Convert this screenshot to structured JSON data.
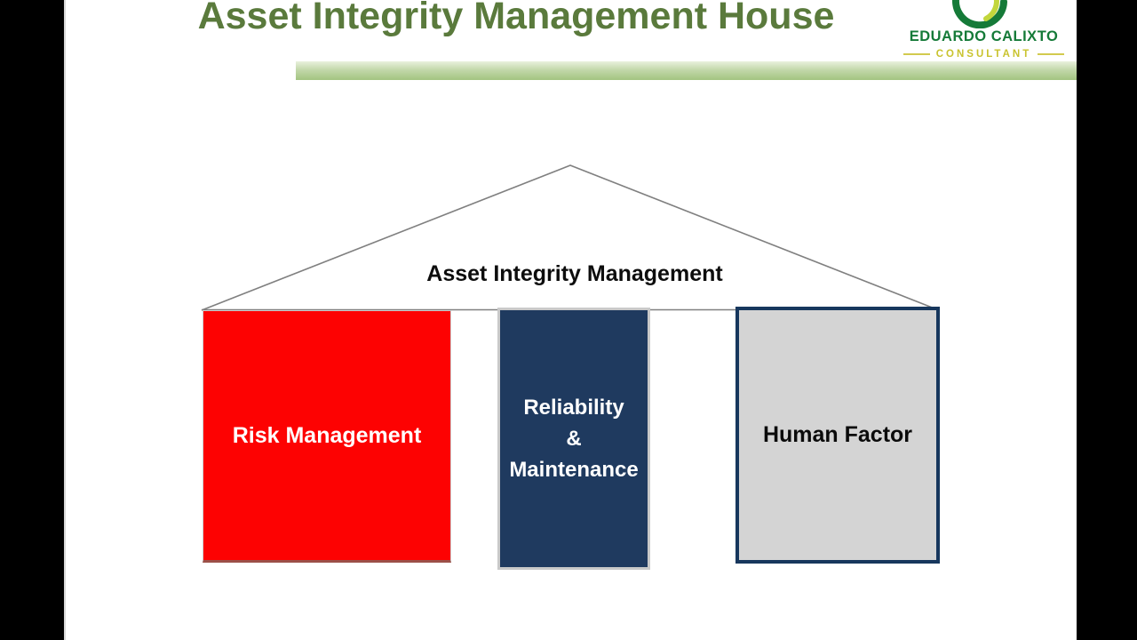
{
  "slide": {
    "title": "Asset Integrity Management House",
    "roof_label": "Asset Integrity Management",
    "pillars": [
      {
        "name": "Risk Management",
        "lines": [
          "Risk Management"
        ],
        "fill": "#fd0202",
        "text_color": "#ffffff"
      },
      {
        "name": "Reliability & Maintenance",
        "lines": [
          "Reliability",
          "&",
          "Maintenance"
        ],
        "fill": "#1f3a5f",
        "text_color": "#ffffff"
      },
      {
        "name": "Human Factor",
        "lines": [
          "Human Factor"
        ],
        "fill": "#d4d4d4",
        "text_color": "#0b0b0b"
      }
    ]
  },
  "logo": {
    "name": "EDUARDO CALIXTO",
    "subtitle": "CONSULTANT",
    "icon": "circle-swoosh-icon"
  },
  "colors": {
    "title_green": "#5a7a3c",
    "banner_gradient_top": "#e9f1dd",
    "banner_gradient_bottom": "#a3c480",
    "roof_line": "#808080",
    "pillar_red": "#fd0202",
    "pillar_navy": "#1f3a5f",
    "pillar_gray_fill": "#d4d4d4",
    "pillar_gray_border": "#17375d",
    "logo_dark_green": "#157a38",
    "logo_lime": "#c2d63c",
    "logo_gold": "#c9c32e",
    "letterbox": "#000000"
  }
}
